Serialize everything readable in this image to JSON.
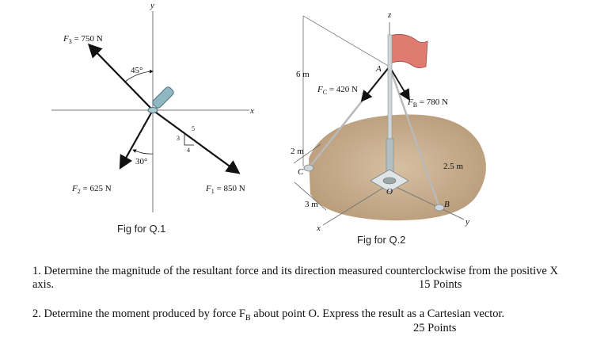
{
  "fig1": {
    "caption": "Fig for Q.1",
    "axis_x": "x",
    "axis_y": "y",
    "f3_label": "F",
    "f3_sub": "3",
    "f3_value": " = 750 N",
    "f2_label": "F",
    "f2_sub": "2",
    "f2_value": " = 625 N",
    "f1_label": "F",
    "f1_sub": "1",
    "f1_value": " = 850 N",
    "angle_45": "45°",
    "angle_30": "30°",
    "tri_3": "3",
    "tri_4": "4",
    "tri_5": "5"
  },
  "fig2": {
    "caption": "Fig for Q.2",
    "axis_z": "z",
    "axis_x": "x",
    "axis_y": "y",
    "dim_6m": "6 m",
    "dim_2m": "2 m",
    "dim_3m": "3 m",
    "dim_25m": "2.5 m",
    "fc_label": "F",
    "fc_sub": "C",
    "fc_value": " = 420 N",
    "fb_label": "F",
    "fb_sub": "B",
    "fb_value": " = 780 N",
    "pt_A": "A",
    "pt_B": "B",
    "pt_C": "C",
    "pt_O": "O"
  },
  "questions": [
    {
      "text": "1. Determine the magnitude of the resultant force and its direction measured counterclockwise from the positive X axis.",
      "points": "15 Points"
    },
    {
      "text_before": "2. Determine the moment produced by force F",
      "text_sub": "B",
      "text_after": " about point O. Express the result as a Cartesian vector.",
      "points": "25 Points"
    }
  ]
}
